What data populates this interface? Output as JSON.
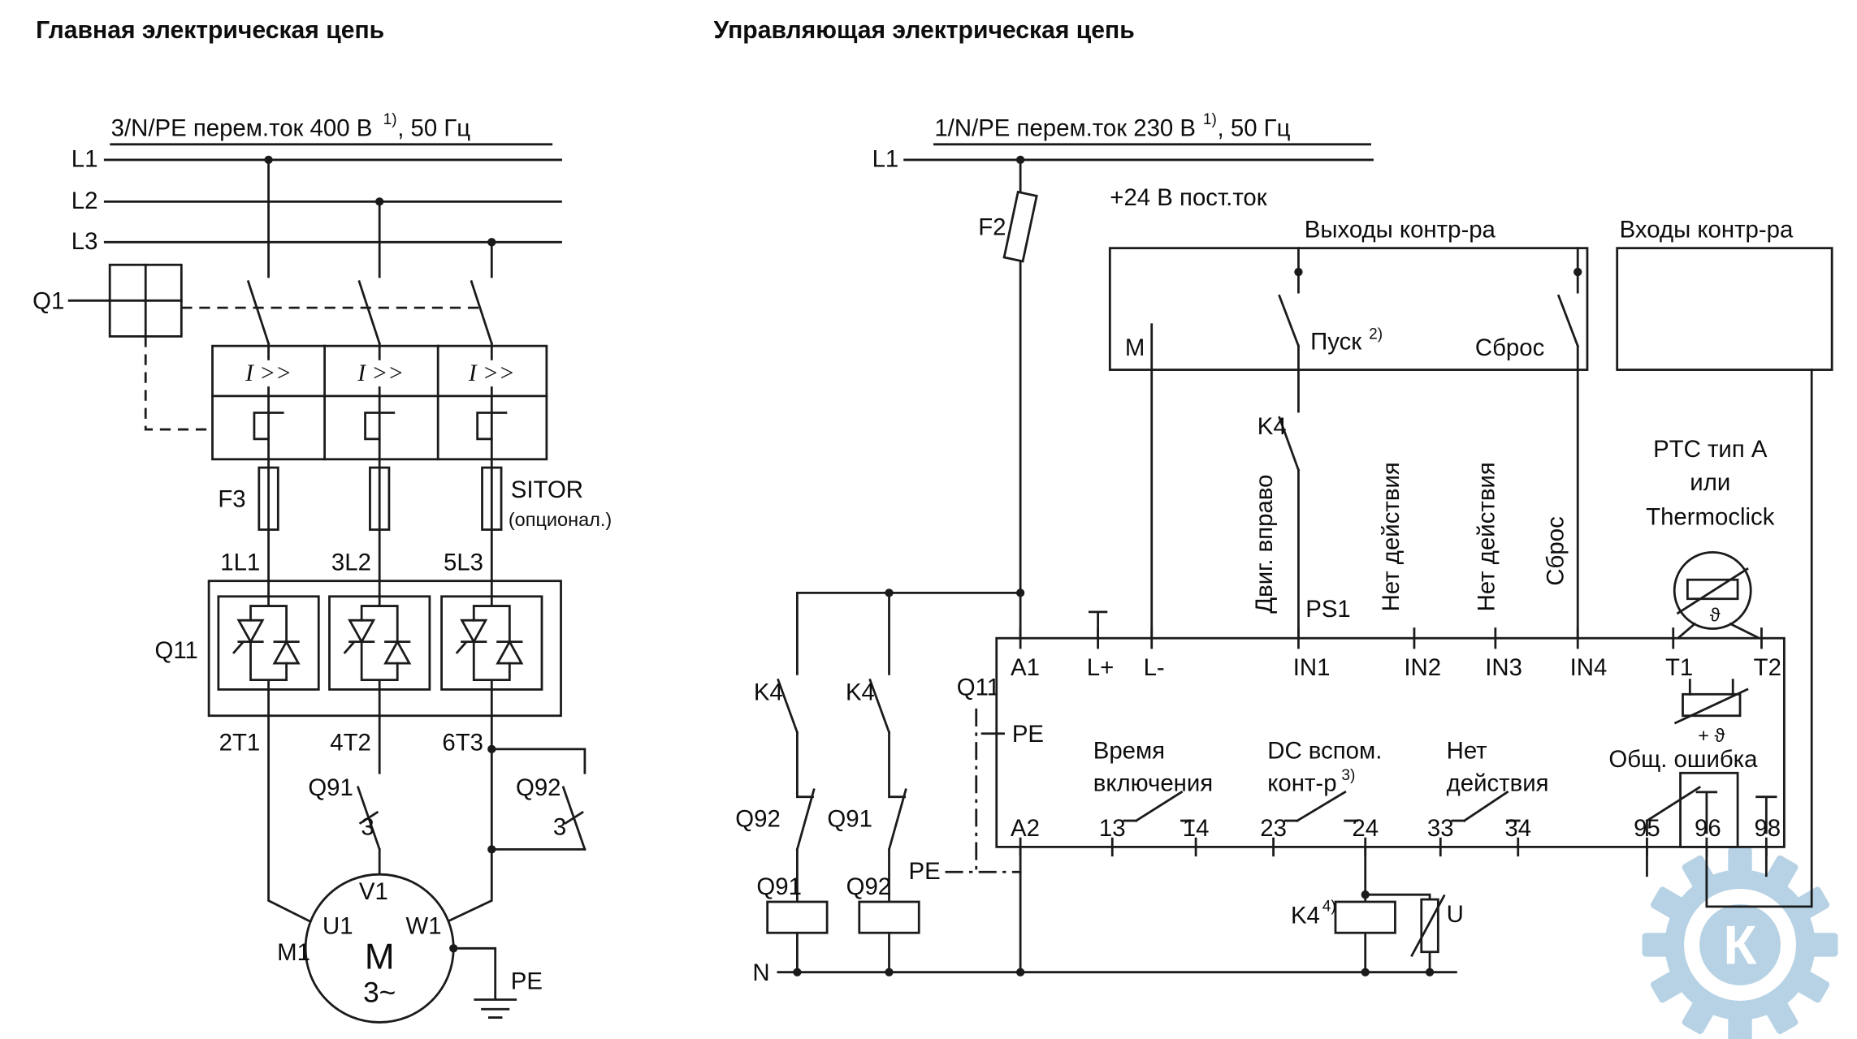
{
  "main_circuit": {
    "title": "Главная электрическая цепь",
    "supply": {
      "label": "3/N/PE перем.ток 400 В",
      "sup": "1)",
      "suffix": ", 50 Гц"
    },
    "phases": {
      "l1": "L1",
      "l2": "L2",
      "l3": "L3"
    },
    "breaker": {
      "ref": "Q1",
      "trip_label": "I >>"
    },
    "fuse": {
      "ref": "F3",
      "sitor": "SITOR",
      "sitor_note": "(опционал.)"
    },
    "terminals_in": [
      "1L1",
      "3L2",
      "5L3"
    ],
    "softstarter_ref": "Q11",
    "terminals_out": [
      "2T1",
      "4T2",
      "6T3"
    ],
    "contactor_q91": {
      "ref": "Q91",
      "poles": "3"
    },
    "contactor_q92": {
      "ref": "Q92",
      "poles": "3"
    },
    "motor": {
      "ref": "M1",
      "u1": "U1",
      "v1": "V1",
      "w1": "W1",
      "symbol": "M",
      "phase": "3~"
    },
    "pe": "PE"
  },
  "control_circuit": {
    "title": "Управляющая электрическая цепь",
    "phase": "L1",
    "supply": {
      "label": "1/N/PE перем.ток 230 В",
      "sup": "1)",
      "suffix": ", 50 Гц"
    },
    "fuse_ref": "F2",
    "dc_supply": "+24 В пост.ток",
    "outputs_box": {
      "title": "Выходы контр-ра",
      "m": "M",
      "start": "Пуск",
      "start_sup": "2)",
      "reset": "Сброс"
    },
    "inputs_box": {
      "title": "Входы контр-ра"
    },
    "k4_contact": "K4",
    "signals": {
      "in1": "Двиг. вправо",
      "ps1": "PS1",
      "in2": "Нет действия",
      "in3": "Нет действия",
      "in4": "Сброс"
    },
    "ptc": {
      "line1": "PTC тип A",
      "line2": "или",
      "line3": "Thermoclick",
      "theta": "ϑ"
    },
    "device": {
      "ref": "Q11",
      "pe": "PE",
      "pe_external": "PE",
      "terminals_top": [
        "A1",
        "L+",
        "L-",
        "IN1",
        "IN2",
        "IN3",
        "IN4",
        "T1",
        "T2"
      ],
      "terminals_bottom": [
        "A2",
        "13",
        "14",
        "23",
        "24",
        "33",
        "34",
        "95",
        "96",
        "98"
      ],
      "fn_on_time_1": "Время",
      "fn_on_time_2": "включения",
      "fn_dc_aux_1": "DC вспом.",
      "fn_dc_aux_2": "конт-р",
      "fn_dc_aux_sup": "3)",
      "fn_no_action_1": "Нет",
      "fn_no_action_2": "действия",
      "fn_fault": "Общ. ошибка",
      "thermistor": "+ ϑ"
    },
    "interlock": {
      "k4_a": "K4",
      "k4_b": "K4",
      "q92_nc": "Q92",
      "q91_nc": "Q91",
      "q91_coil": "Q91",
      "q92_coil": "Q92"
    },
    "k4_coil": {
      "ref": "K4",
      "sup": "4)"
    },
    "varistor": "U",
    "neutral": "N"
  },
  "watermark": {
    "letter": "К"
  }
}
